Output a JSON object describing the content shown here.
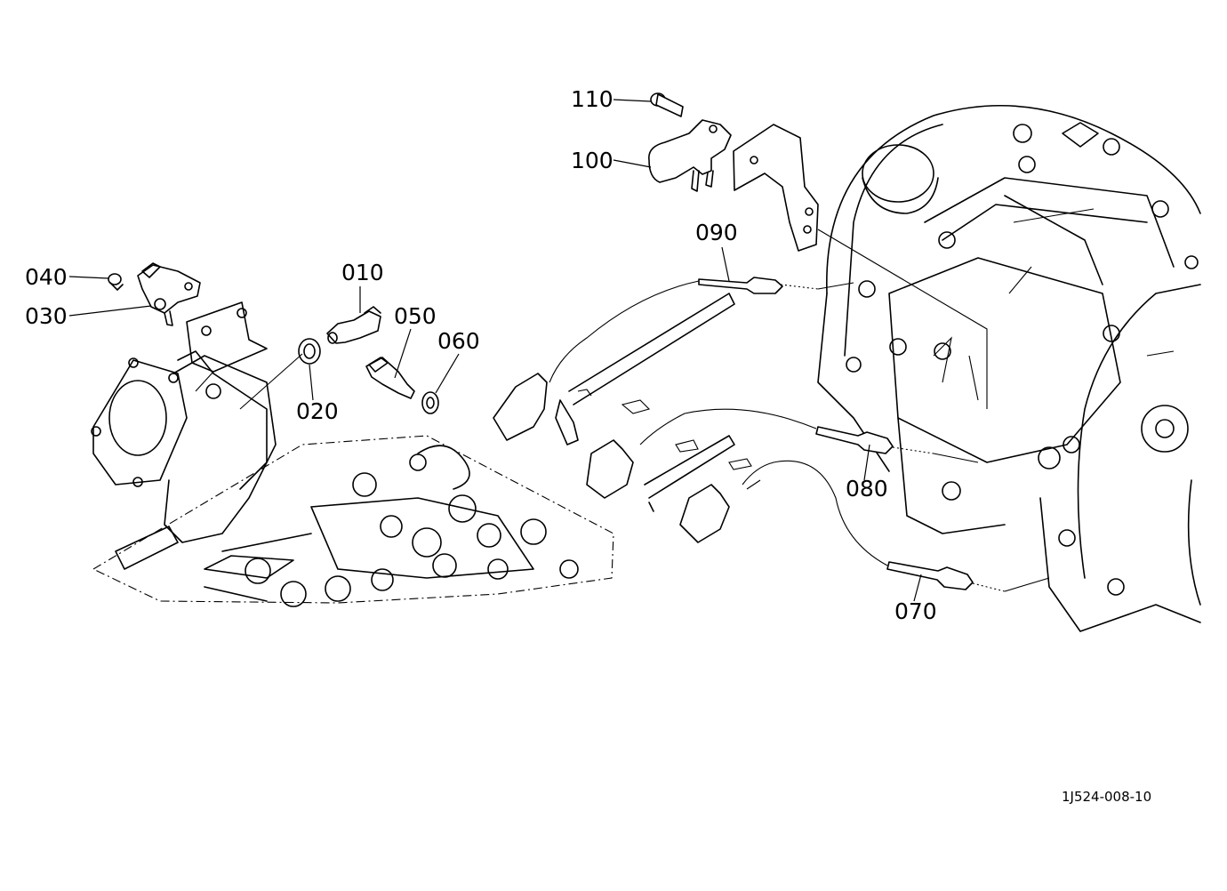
{
  "drawing_id": "1J524-008-10",
  "parts": [
    {
      "key": "010",
      "label": "010"
    },
    {
      "key": "020",
      "label": "020"
    },
    {
      "key": "030",
      "label": "030"
    },
    {
      "key": "040",
      "label": "040"
    },
    {
      "key": "050",
      "label": "050"
    },
    {
      "key": "060",
      "label": "060"
    },
    {
      "key": "070",
      "label": "070"
    },
    {
      "key": "080",
      "label": "080"
    },
    {
      "key": "090",
      "label": "090"
    },
    {
      "key": "100",
      "label": "100"
    },
    {
      "key": "110",
      "label": "110"
    }
  ]
}
